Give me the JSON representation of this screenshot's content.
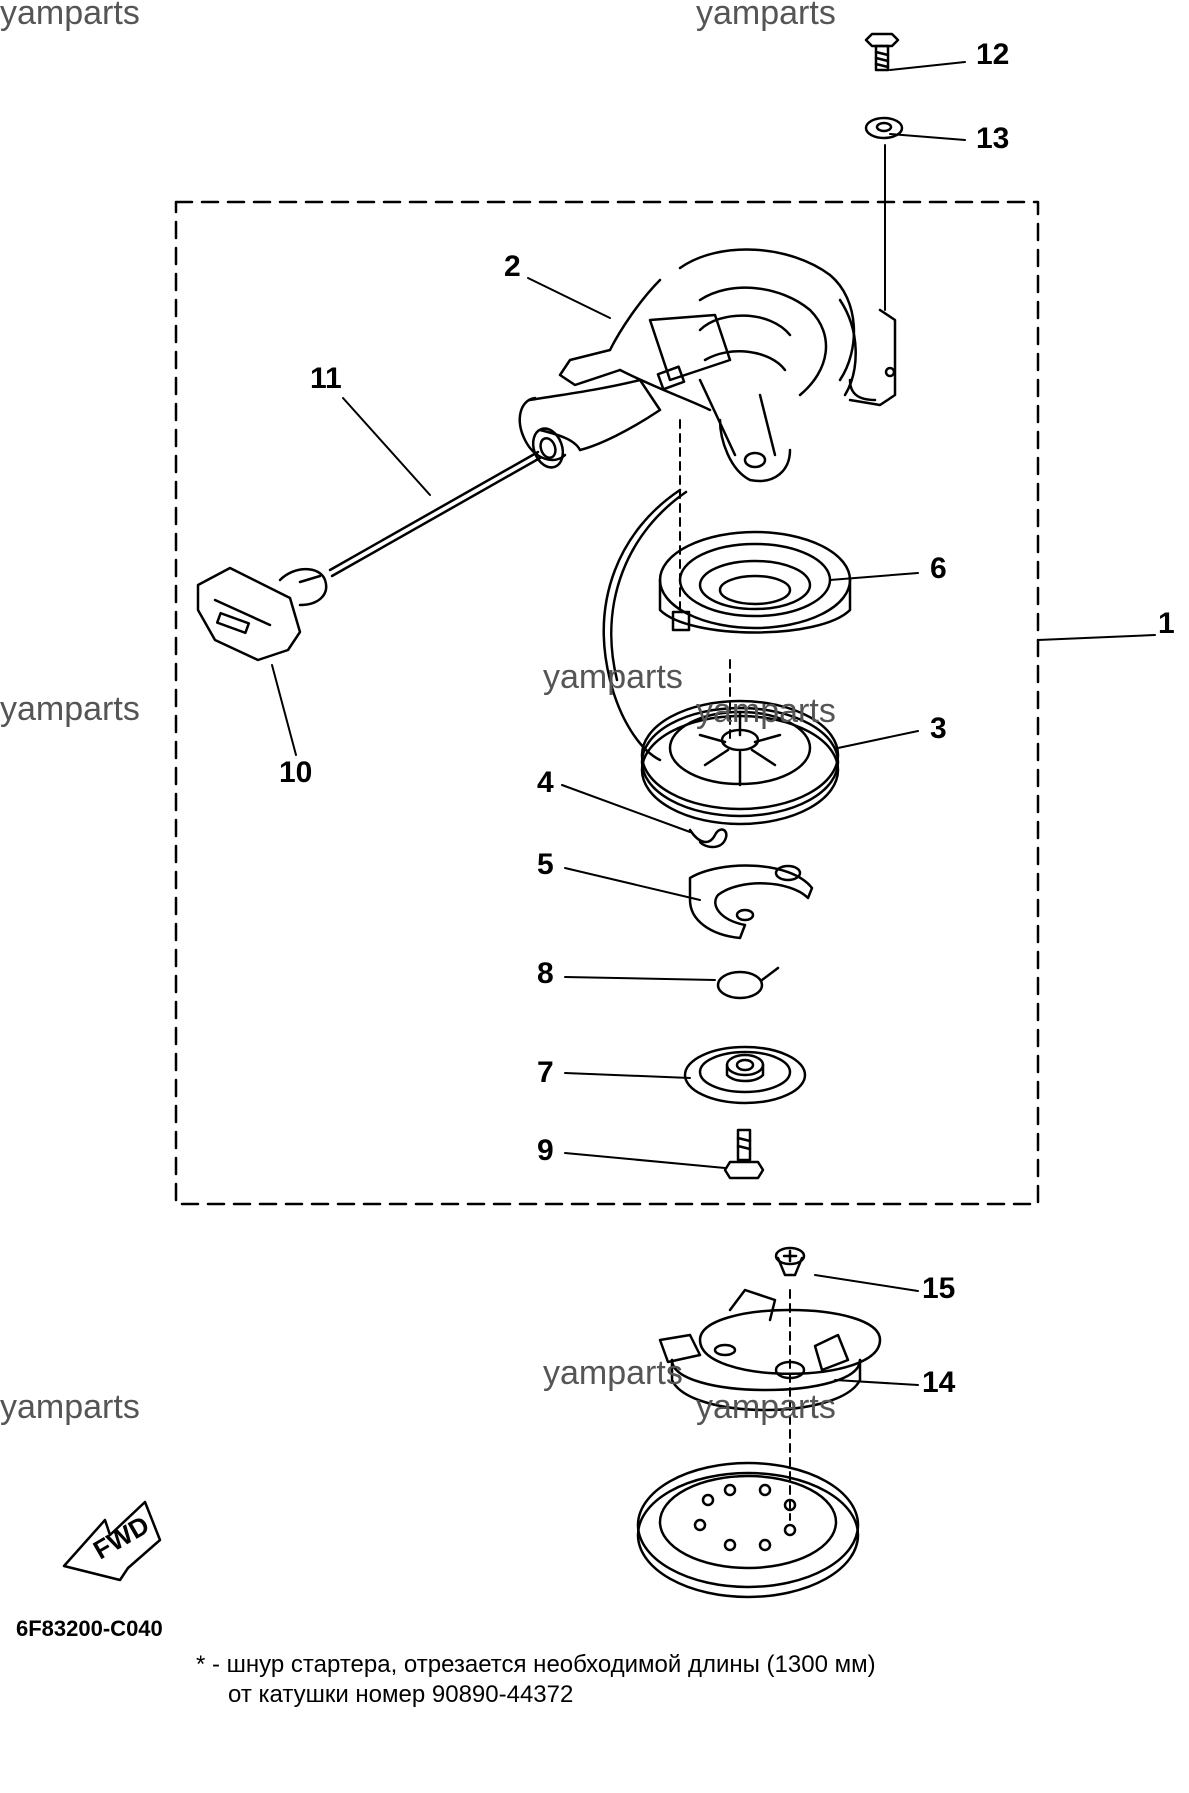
{
  "watermarks": {
    "w1": "yamparts",
    "w2": "yamparts",
    "w3": "yamparts",
    "w4": "yamparts",
    "w5": "yamparts",
    "w6": "yamparts",
    "w7": "yamparts",
    "w8": "yamparts"
  },
  "callouts": {
    "c1": "1",
    "c2": "2",
    "c3": "3",
    "c4": "4",
    "c5": "5",
    "c6": "6",
    "c7": "7",
    "c8": "8",
    "c9": "9",
    "c10": "10",
    "c11": "11",
    "c12": "12",
    "c13": "13",
    "c14": "14",
    "c15": "15"
  },
  "fwd_label": "FWD",
  "diagram_code": "6F83200-C040",
  "footnote": {
    "line1": "* - шнур стартера, отрезается необходимой длины (1300 мм)",
    "line2": "от катушки номер 90890-44372"
  }
}
